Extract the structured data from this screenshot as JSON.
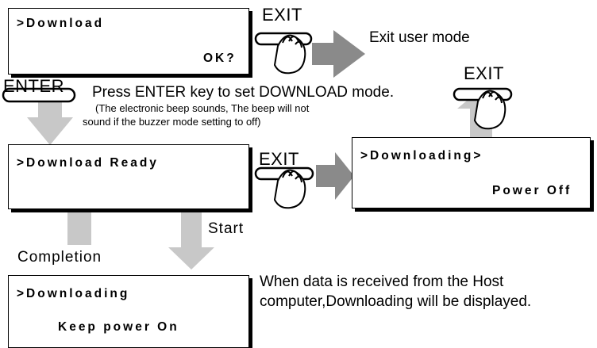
{
  "screens": {
    "download": {
      "line1": ">Download",
      "line2": "OK?"
    },
    "download_ready": {
      "line1": ">Download Ready"
    },
    "downloading_off": {
      "line1": ">Downloading>",
      "line2": "Power Off"
    },
    "downloading_on": {
      "line1": ">Downloading",
      "line2": "Keep power On"
    }
  },
  "keys": {
    "exit_top": "EXIT",
    "exit_right": "EXIT",
    "exit_middle": "EXIT",
    "enter": "ENTER"
  },
  "labels": {
    "exit_user_mode": "Exit user mode",
    "press_enter": "Press ENTER key to set DOWNLOAD mode.",
    "beep_line1": "(The electronic beep sounds, The beep will not",
    "beep_line2": "sound if the buzzer mode setting to off)",
    "start": "Start",
    "completion": "Completion",
    "received_line1": "When data is received from the Host",
    "received_line2": "computer,Downloading will be displayed."
  },
  "colors": {
    "arrow_gray": "#c8c8c8",
    "arrow_dark": "#8a8a8a",
    "line": "#000000"
  },
  "icons": [
    "hand-press-icon",
    "key-cap-icon"
  ]
}
